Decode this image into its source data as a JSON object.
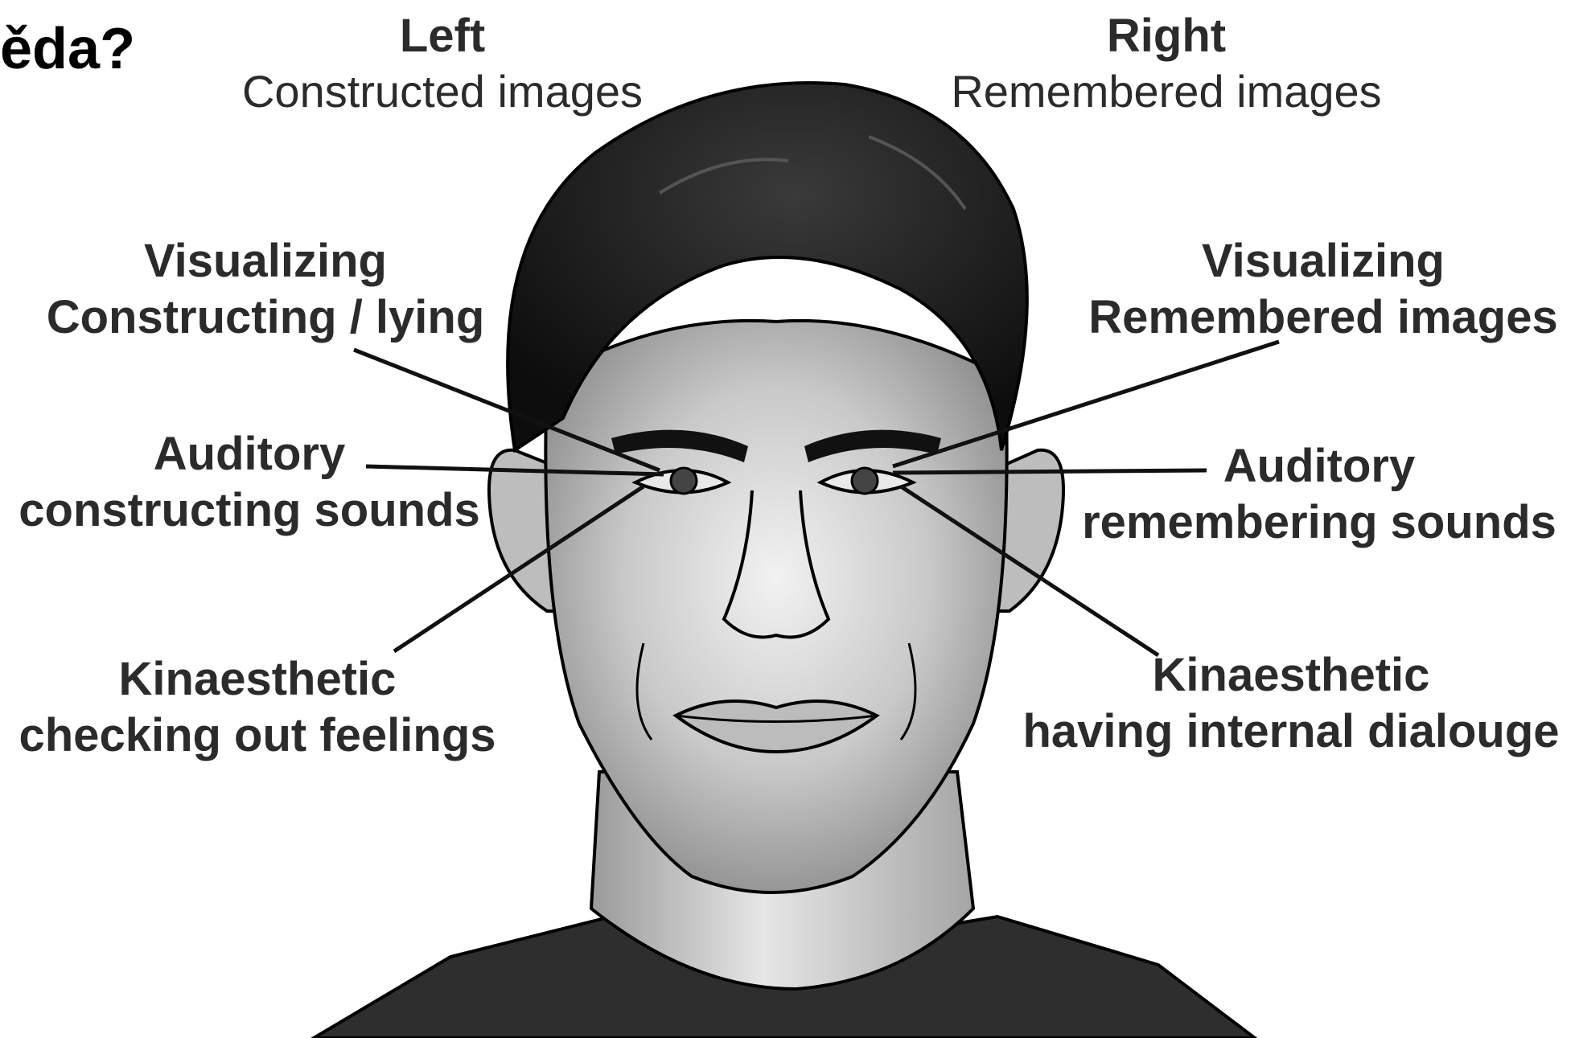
{
  "slide_fragment": "ěda?",
  "sides": {
    "left": {
      "title": "Left",
      "subtitle": "Constructed images"
    },
    "right": {
      "title": "Right",
      "subtitle": "Remembered images"
    }
  },
  "labels": {
    "left_visual": {
      "line1": "Visualizing",
      "line2": "Constructing / lying"
    },
    "left_auditory": {
      "line1": "Auditory",
      "line2": "constructing sounds"
    },
    "left_kinaesthetic": {
      "line1": "Kinaesthetic",
      "line2": "checking out feelings"
    },
    "right_visual": {
      "line1": "Visualizing",
      "line2": "Remembered images"
    },
    "right_auditory": {
      "line1": "Auditory",
      "line2": "remembering sounds"
    },
    "right_kinaesthetic": {
      "line1": "Kinaesthetic",
      "line2": "having internal dialouge"
    }
  },
  "colors": {
    "ink": "#111111",
    "text": "#2b2b2b",
    "hair": "#1a1a1a",
    "skin": "#cfcfcf"
  }
}
